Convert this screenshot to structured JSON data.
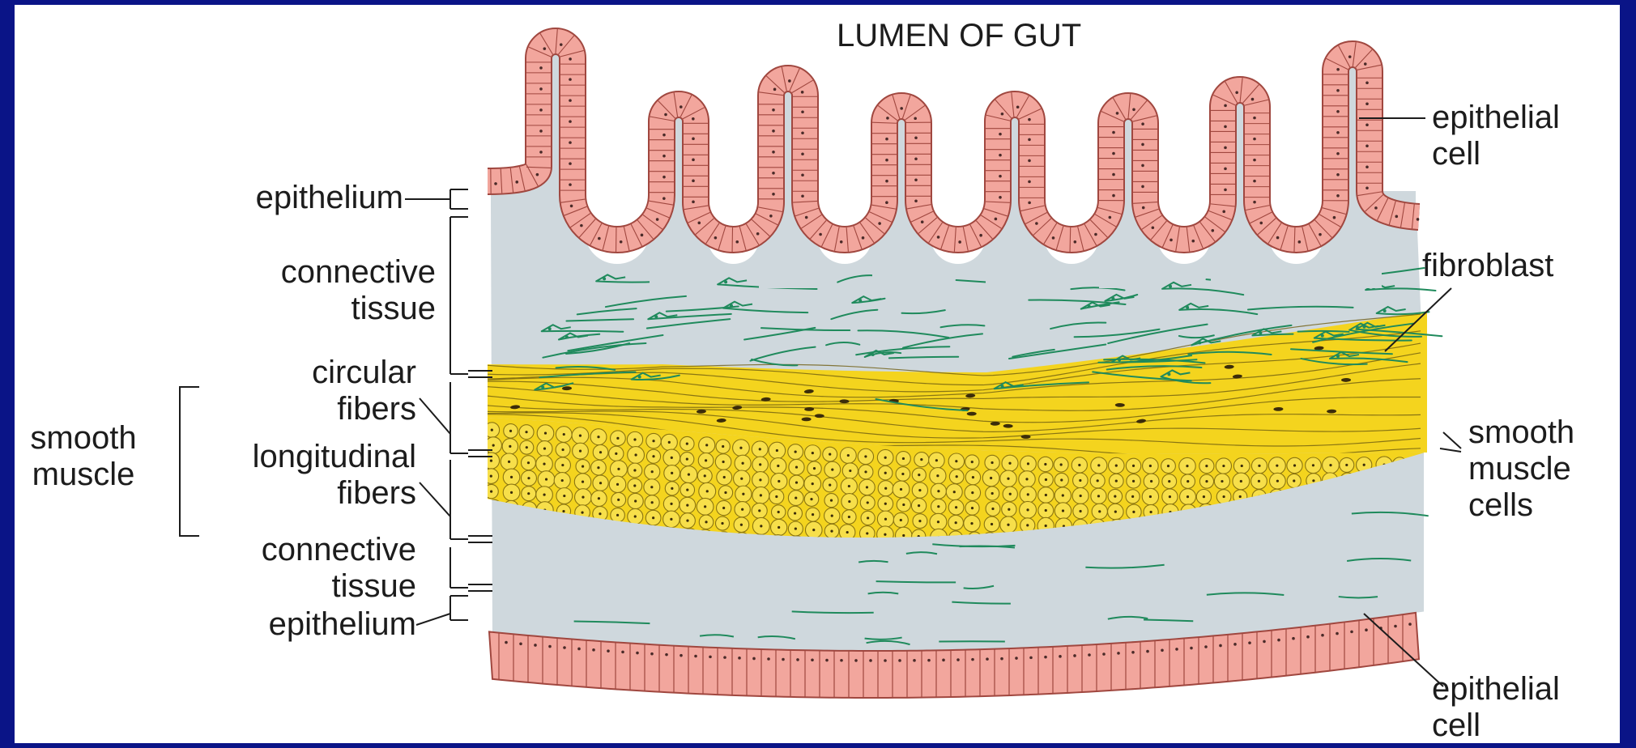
{
  "title": "LUMEN OF GUT",
  "left_labels": {
    "epithelium_top": "epithelium",
    "connective_tissue_top": [
      "connective",
      "tissue"
    ],
    "circular_fibers": [
      "circular",
      "fibers"
    ],
    "smooth_muscle": [
      "smooth",
      "muscle"
    ],
    "longitudinal_fibers": [
      "longitudinal",
      "fibers"
    ],
    "connective_tissue_bottom": [
      "connective",
      "tissue"
    ],
    "epithelium_bottom": "epithelium"
  },
  "right_labels": {
    "epithelial_cell_top": [
      "epithelial",
      "cell"
    ],
    "fibroblast": "fibroblast",
    "smooth_muscle_cells": [
      "smooth",
      "muscle",
      "cells"
    ],
    "epithelial_cell_bottom": [
      "epithelial",
      "cell"
    ]
  },
  "colors": {
    "page_border": "#0a1487",
    "panel": "#ffffff",
    "epithelium_fill": "#f2a69d",
    "epithelium_outline": "#a0473f",
    "connective_tissue": "#cfd8dd",
    "fibroblast": "#1f8a5c",
    "smooth_muscle": "#f4d41e",
    "muscle_cell_outline": "#8a7410",
    "label_text": "#1c1c1c"
  }
}
